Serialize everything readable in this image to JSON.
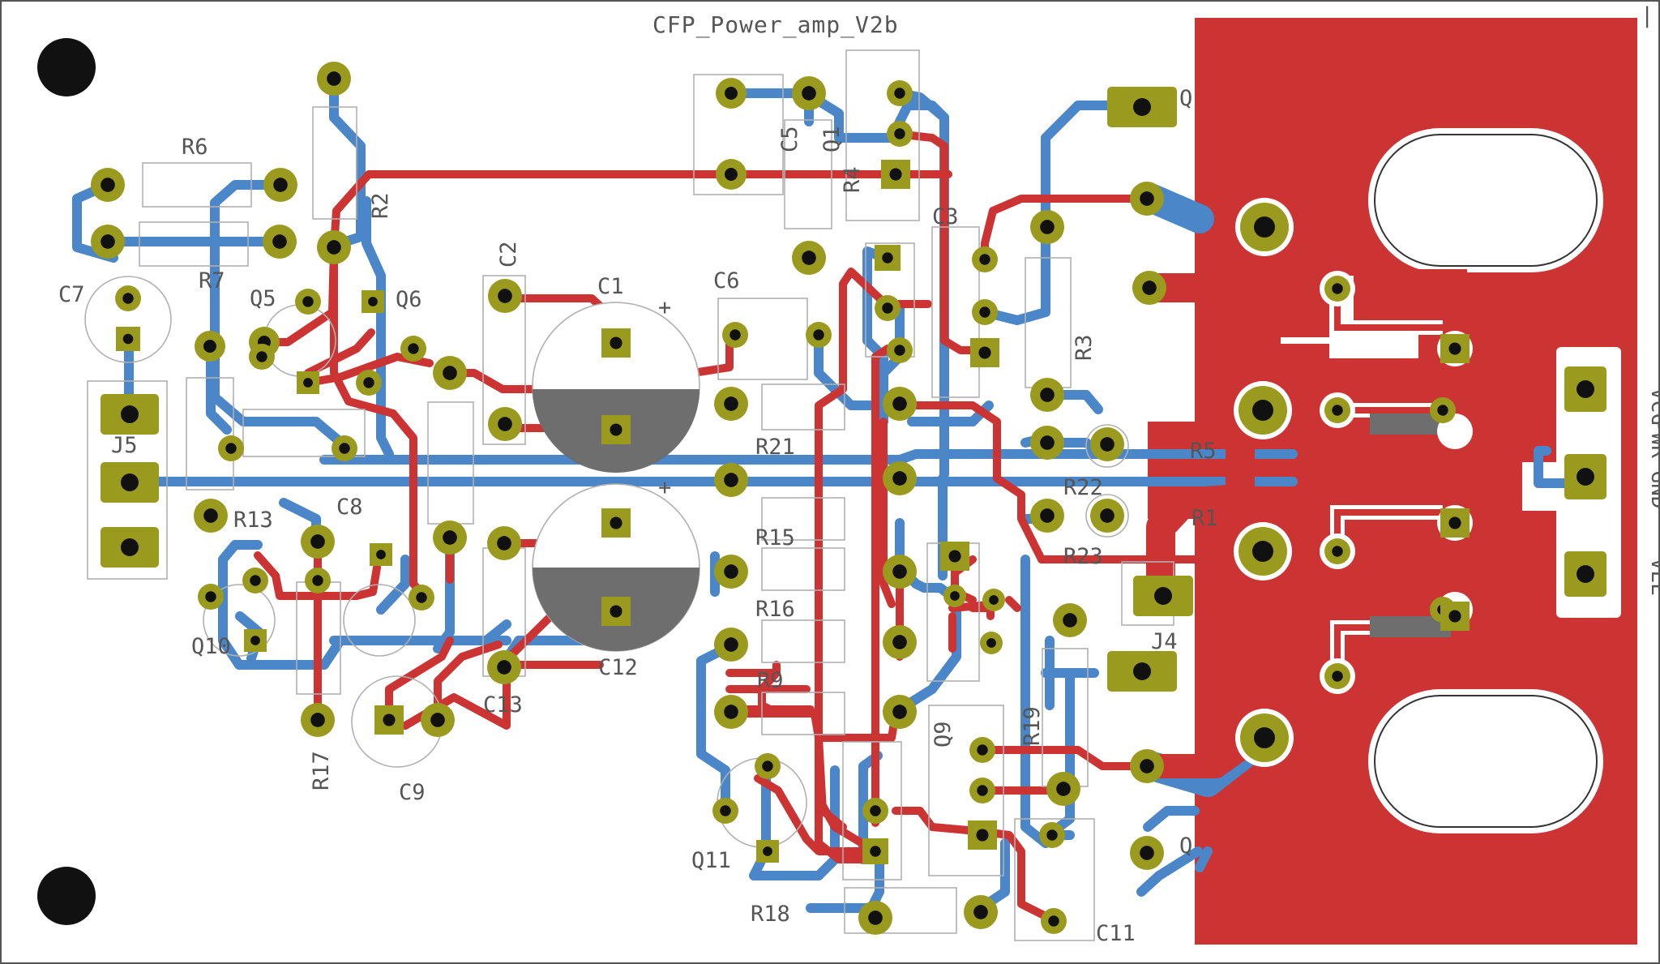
{
  "board": {
    "title": "CFP_Power_amp_V2b",
    "colors": {
      "board_bg": "#ffffff",
      "board_edge": "#555555",
      "top_copper": "#cc3333",
      "bottom_copper": "#4a86c8",
      "pad": "#9a9a1e",
      "drill": "#111111",
      "polarity_fill": "#6e6e6e",
      "silkscreen": "#555555"
    }
  },
  "labels": {
    "R6": "R6",
    "R7": "R7",
    "R2": "R2",
    "C7": "C7",
    "Q5": "Q5",
    "Q6": "Q6",
    "J5": "J5",
    "R13": "R13",
    "C8": "C8",
    "Q10": "Q10",
    "C1": "C1",
    "C2": "C2",
    "C5": "C5",
    "Q1": "Q1",
    "R4": "R4",
    "C6": "C6",
    "C3": "C3",
    "R3": "R3",
    "R21": "R21",
    "R22": "R22",
    "R23": "R23",
    "R15": "R15",
    "R16": "R16",
    "R9": "R9",
    "Q9": "Q9",
    "R19": "R19",
    "Q11": "Q11",
    "R18": "R18",
    "C11": "C11",
    "C12": "C12",
    "C13": "C13",
    "C9": "C9",
    "R17": "R17",
    "J4": "J4",
    "R5": "R5",
    "R1": "R1",
    "Q_top": "Q",
    "Q_bottom": "Q",
    "VCC": "VCC",
    "PWR_GND": "PWR GND",
    "VEE": "VEE"
  }
}
